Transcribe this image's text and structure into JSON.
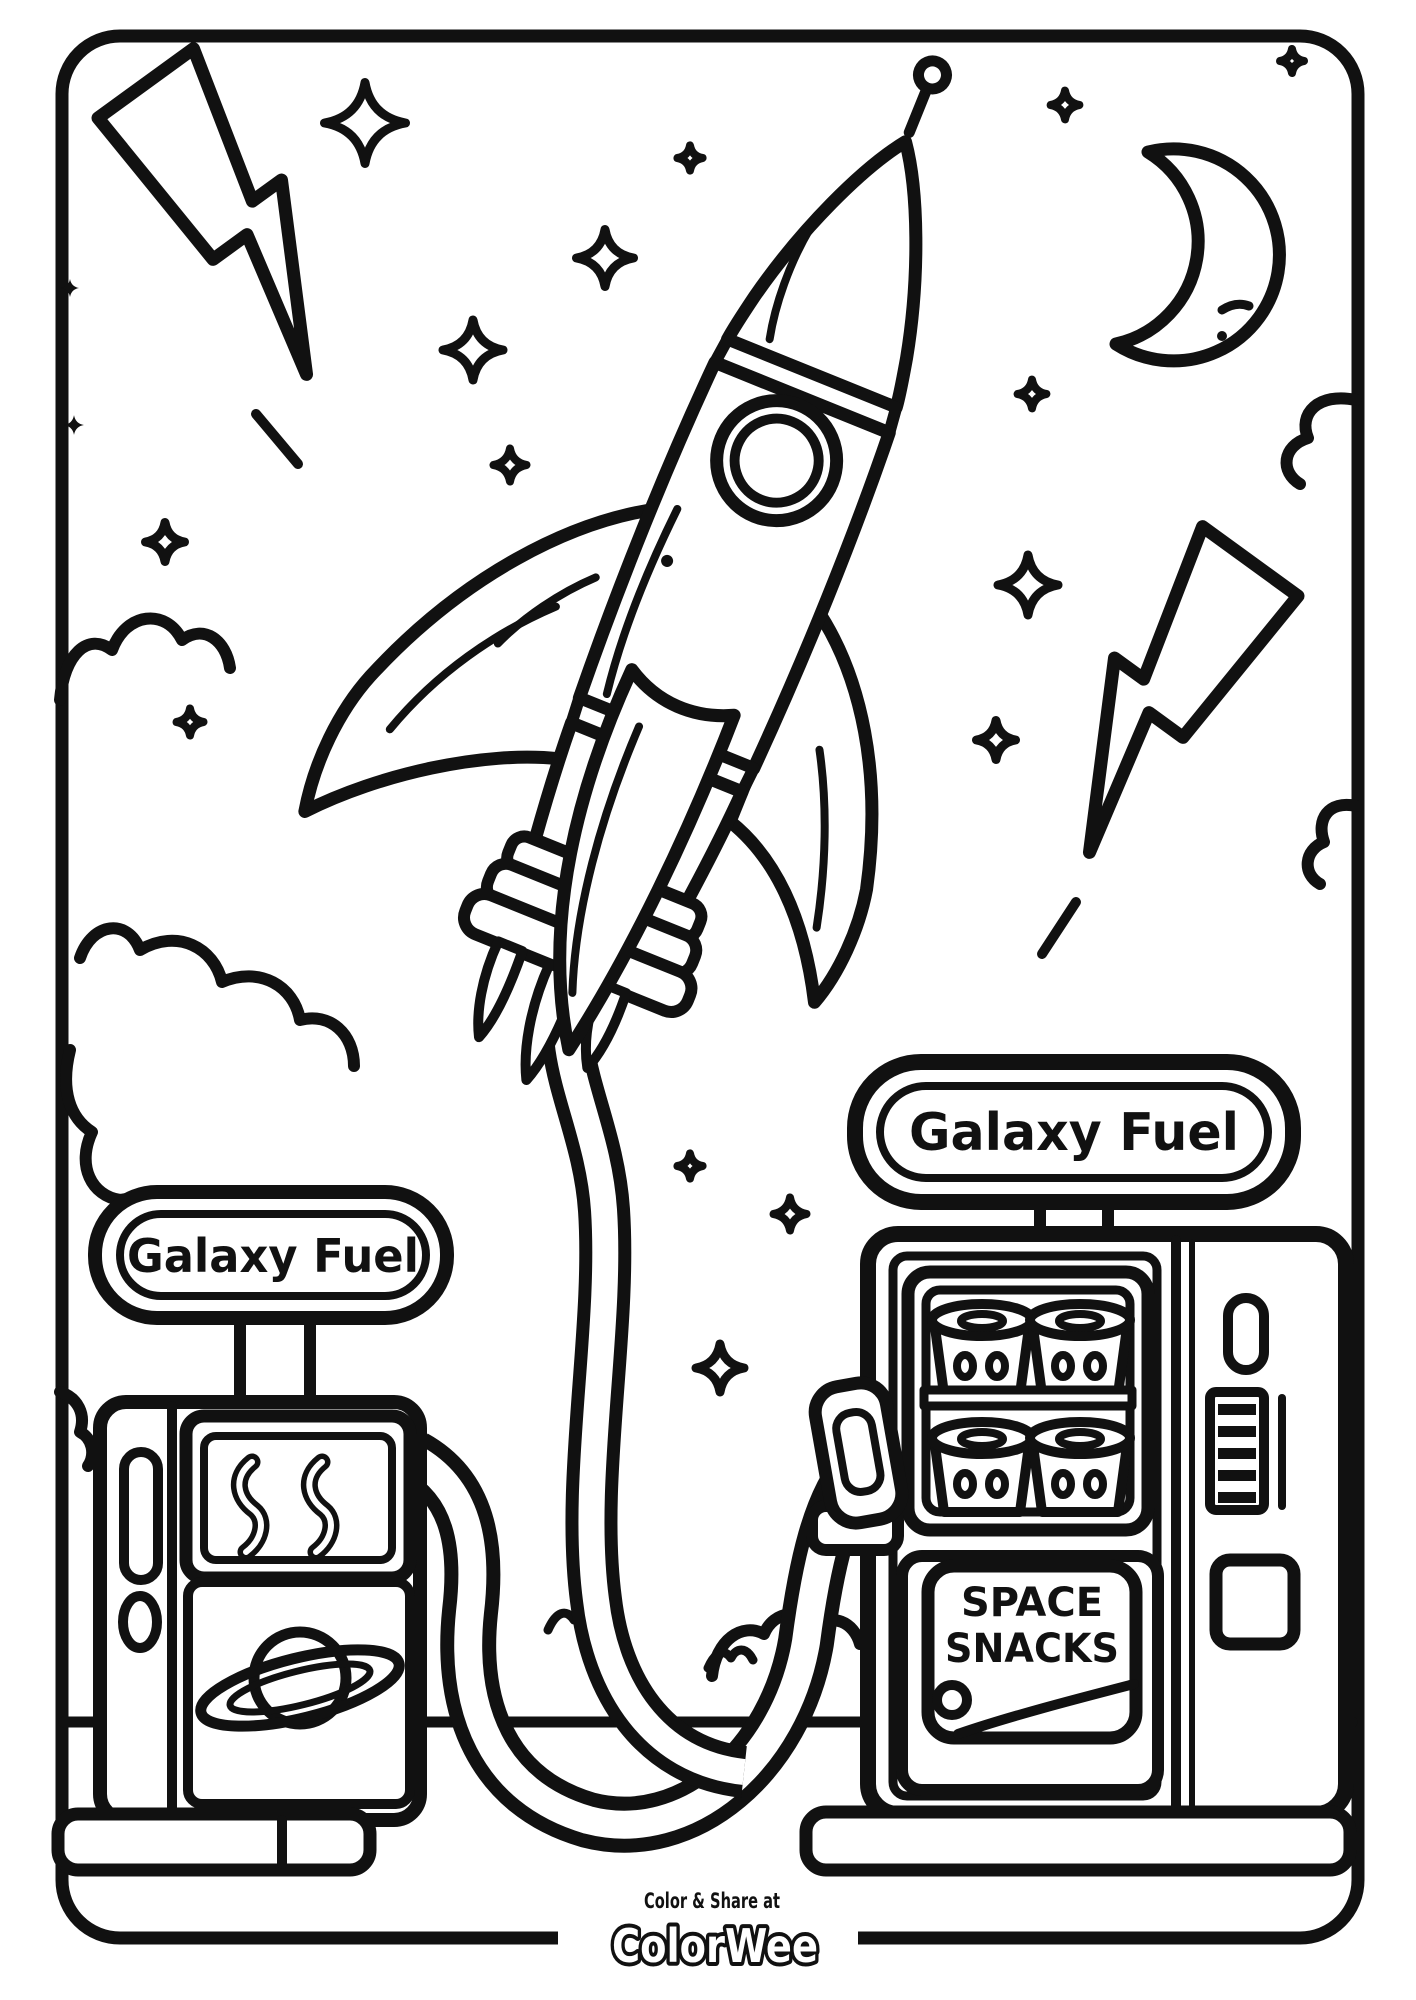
{
  "page": {
    "background_color": "#ffffff",
    "line_color": "#111111",
    "kind": "printable coloring page"
  },
  "signs": {
    "left_pump": "Galaxy Fuel",
    "right_pump": "Galaxy Fuel",
    "snack_line1": "SPACE",
    "snack_line2": "SNACKS"
  },
  "footer": {
    "tagline": "Color & Share at",
    "brand": "ColorWee"
  },
  "icons": {
    "rocket": "rocket-ship",
    "moon": "crescent-moon",
    "lightning": "lightning-bolt",
    "stars": "four-point-sparkle",
    "clouds": "outline-cloud",
    "hose": "fuel-hose",
    "pump_left": "fuel-pump",
    "pump_right": "snack-dispenser",
    "planet": "saturn-planet",
    "birds": "bird-doodle"
  }
}
